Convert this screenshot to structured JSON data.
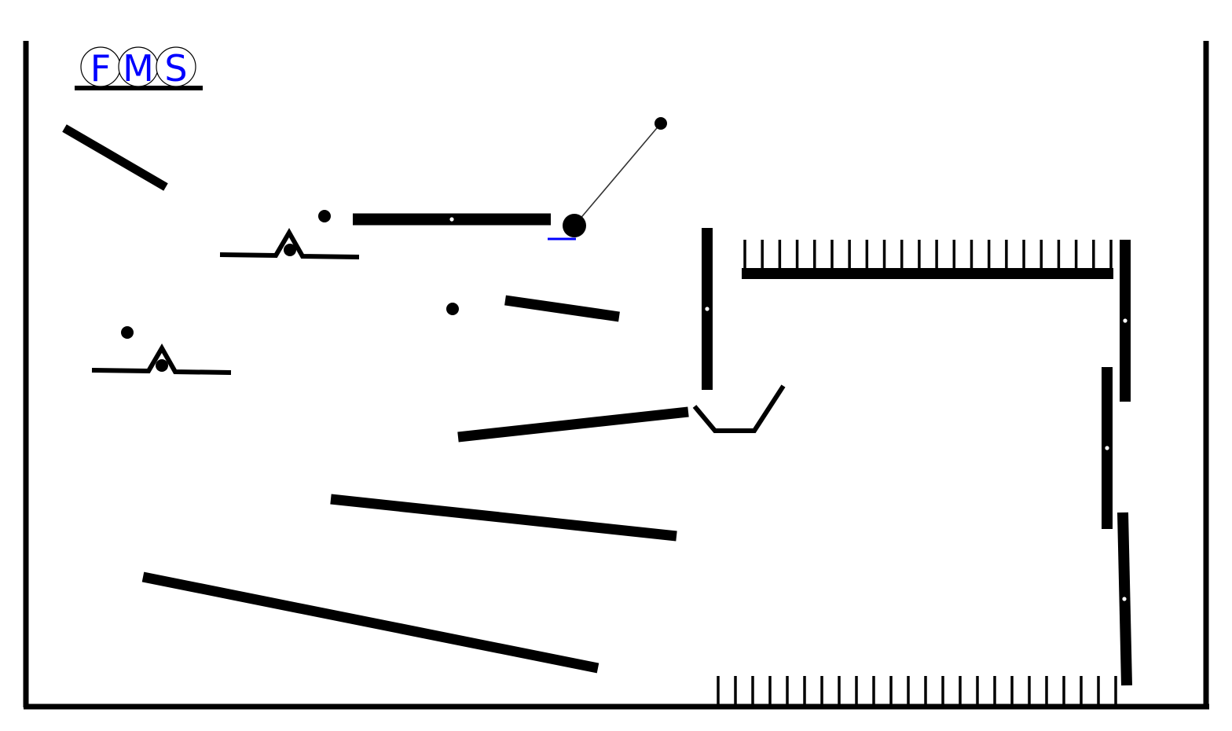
{
  "menu": {
    "buttons": [
      {
        "id": "f",
        "label": "F"
      },
      {
        "id": "m",
        "label": "M"
      },
      {
        "id": "s",
        "label": "S"
      }
    ]
  },
  "colors": {
    "ink": "#000000",
    "accent": "#0000ff",
    "background": "#ffffff",
    "pivot": "#ffffff"
  },
  "icons": {
    "pendulum": "pendulum-ball-icon",
    "ball": "ball-icon",
    "pivot": "pivot-dot-icon",
    "cup": "cup-icon",
    "seesaw": "seesaw-icon",
    "domino": "domino-icon"
  }
}
